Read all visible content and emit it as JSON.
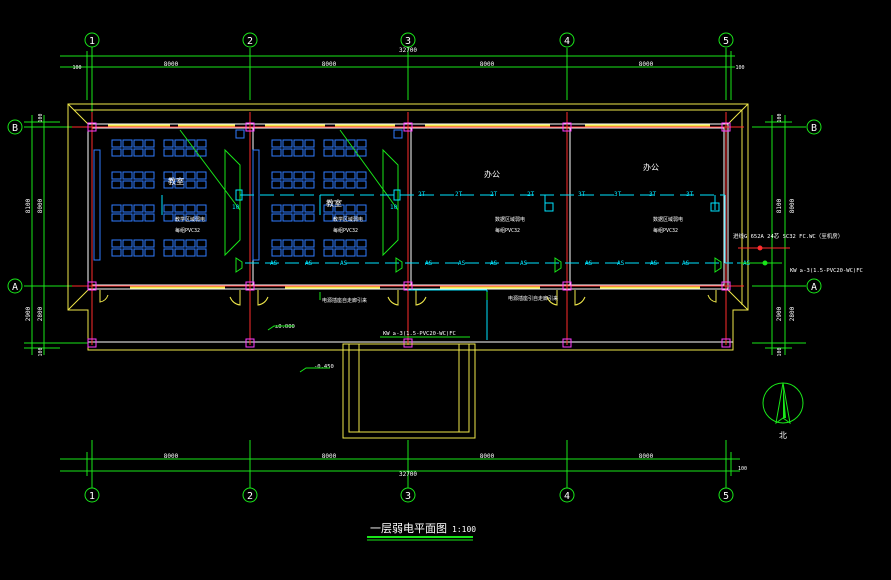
{
  "grid": {
    "columns": [
      "1",
      "2",
      "3",
      "4",
      "5"
    ],
    "rows": [
      "B",
      "A"
    ]
  },
  "dimensions": {
    "total_top": "32700",
    "total_bottom": "32700",
    "bays_top": [
      "8000",
      "8000",
      "8000",
      "8000"
    ],
    "bays_bottom": [
      "8000",
      "8000",
      "8000",
      "8000"
    ],
    "edge": "100",
    "left_outer": "8100",
    "left_inner": "8000",
    "left_outer2": "2900",
    "left_inner2": "2800",
    "left_edge": "100",
    "right_outer": "8100",
    "right_inner": "8000",
    "right_outer2": "2900",
    "right_inner2": "2800",
    "right_edge": "100"
  },
  "rooms": {
    "classroom_1": "教室",
    "classroom_2": "教室",
    "office_1": "办公",
    "office_2": "办公"
  },
  "room_notes": {
    "note_line1": "教学区域弱电",
    "note_line2": "每组PVC32"
  },
  "office_notes": {
    "note_line1": "数据区域弱电",
    "note_line2": "每组PVC32"
  },
  "cable_labels": {
    "two_t": "2T",
    "three_t": "3T",
    "as": "AS",
    "ten": "10"
  },
  "annotations": {
    "incoming": "进线G 652A 24芯 SC32 FC.WC（至机房）",
    "kw_right": "KW ≥-3(1.5-PVC20-WC)FC",
    "kw_corridor": "KW ≥-3(1.5-PVC20-WC)FC",
    "callout_left": "电源插座自走廊引来",
    "callout_right": "电源插座引自走廊引来",
    "level_0": "±0.000",
    "level_neg": "-0.450",
    "north": "北"
  },
  "title": {
    "main": "一层弱电平面图",
    "scale": "1:100"
  },
  "colors": {
    "line": "#19e619",
    "text": "#ffffff",
    "wall": "#f0e84a",
    "axis": "#ff2d2d",
    "column": "#ff3cff",
    "cable": "#00e5ff",
    "furniture": "#2f7bff"
  }
}
